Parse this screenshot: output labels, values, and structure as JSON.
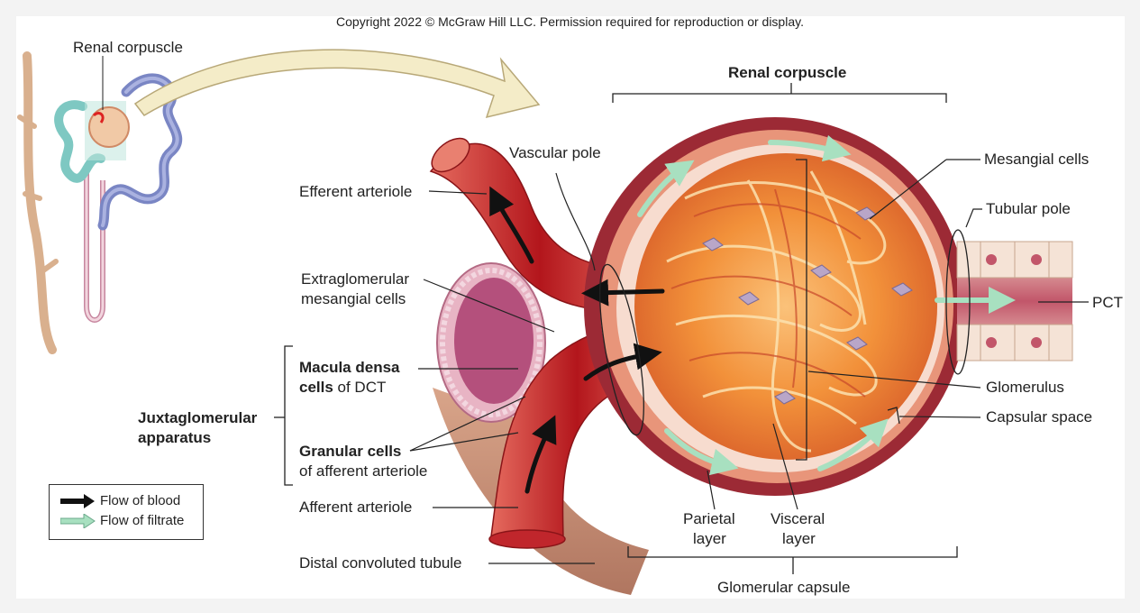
{
  "copyright": "Copyright 2022 © McGraw Hill LLC. Permission required for reproduction or display.",
  "labels": {
    "renal_corpuscle_small": "Renal corpuscle",
    "renal_corpuscle_main": "Renal corpuscle",
    "vascular_pole": "Vascular pole",
    "efferent_arteriole": "Efferent arteriole",
    "extraglomerular_1": "Extraglomerular",
    "extraglomerular_2": "mesangial cells",
    "macula_densa_bold_1": "Macula densa",
    "macula_densa_bold_2": "cells",
    "macula_densa_rest": " of DCT",
    "juxta_1": "Juxtaglomerular",
    "juxta_2": "apparatus",
    "granular_bold": "Granular cells",
    "granular_rest": "of afferent arteriole",
    "afferent_arteriole": "Afferent arteriole",
    "distal_tubule": "Distal convoluted tubule",
    "mesangial_cells": "Mesangial cells",
    "tubular_pole": "Tubular pole",
    "pct": "PCT",
    "glomerulus": "Glomerulus",
    "capsular_space": "Capsular space",
    "parietal_1": "Parietal",
    "parietal_2": "layer",
    "visceral_1": "Visceral",
    "visceral_2": "layer",
    "glomerular_capsule": "Glomerular capsule"
  },
  "legend": {
    "blood": "Flow of blood",
    "filtrate": "Flow of filtrate"
  },
  "colors": {
    "blood_arrow": "#111111",
    "filtrate_arrow": "#a8e0c0",
    "vessel": "#c8282a",
    "capsule": "#a8323a",
    "glomerulus": "#f08a3a",
    "callout": "#222222"
  }
}
